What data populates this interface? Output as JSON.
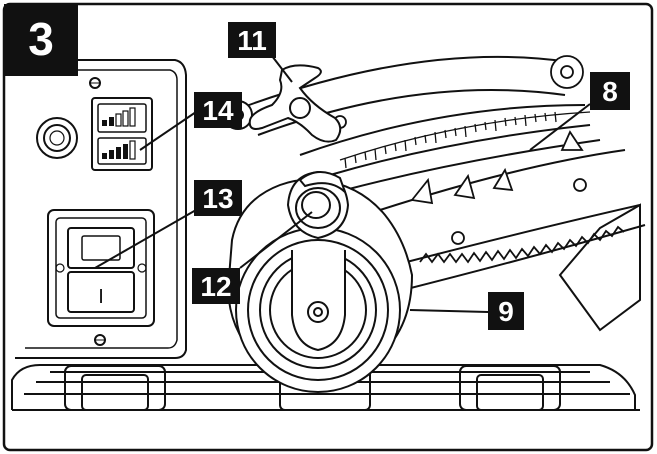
{
  "figure": {
    "figure_number": "3",
    "callouts": {
      "c8": "8",
      "c9": "9",
      "c11": "11",
      "c12": "12",
      "c13": "13",
      "c14": "14"
    },
    "switch_label": "I",
    "colors": {
      "ink": "#111111",
      "paper": "#ffffff",
      "label_bg": "#111111",
      "label_text": "#ffffff"
    }
  }
}
